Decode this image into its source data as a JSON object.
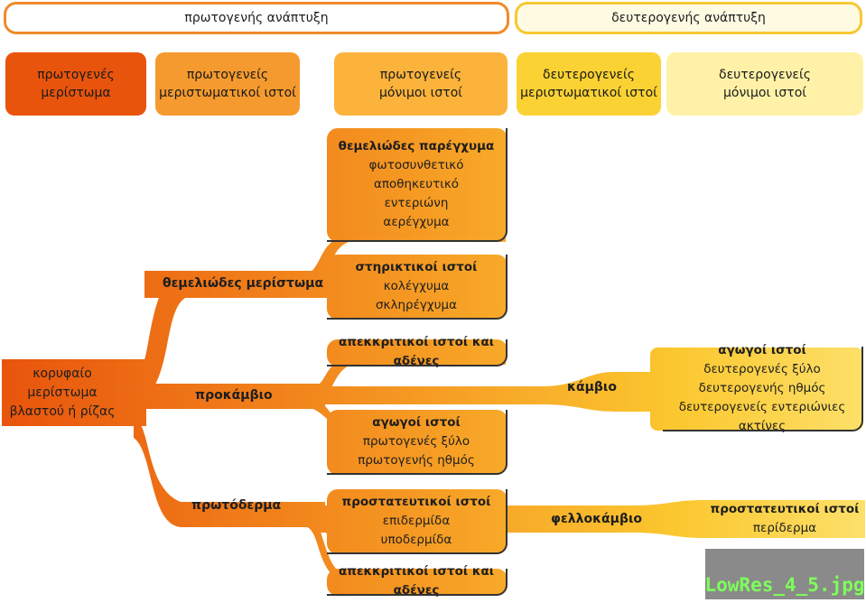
{
  "colors": {
    "dark_orange": "#e8540c",
    "orange": "#f59a2e",
    "light_orange": "#fbb33c",
    "yellow": "#fad233",
    "pale_yellow": "#fff2a8"
  },
  "header": {
    "primary": "πρωτογενής ανάπτυξη",
    "secondary": "δευτερογενής ανάπτυξη"
  },
  "phases": [
    [
      "πρωτογενές",
      "μερίστωμα"
    ],
    [
      "πρωτογενείς",
      "μεριστωματικοί ιστοί"
    ],
    [
      "πρωτογενείς",
      "μόνιμοι ιστοί"
    ],
    [
      "δευτερογενείς",
      "μεριστωματικοί ιστοί"
    ],
    [
      "δευτερογενείς",
      "μόνιμοι ιστοί"
    ]
  ],
  "root_lines": [
    "κορυφαίο",
    "μερίστωμα",
    "βλαστού ή ρίζας"
  ],
  "branches": {
    "ground_meristem": "θεμελιώδες μερίστωμα",
    "procambium": "προκάμβιο",
    "protoderm": "πρωτόδερμα",
    "cambium": "κάμβιο",
    "phellogen": "φελλοκάμβιο"
  },
  "tissues": {
    "parenchyma": {
      "title": "θεμελιώδες παρέγχυμα",
      "items": [
        "φωτοσυνθετικό",
        "αποθηκευτικό",
        "εντεριώνη",
        "αερέγχυμα"
      ]
    },
    "support": {
      "title": "στηρικτικοί ιστοί",
      "items": [
        "κολέγχυμα",
        "σκληρέγχυμα"
      ]
    },
    "secretory1": {
      "title": "απεκκριτικοί ιστοί και αδένες"
    },
    "vascular_primary": {
      "title": "αγωγοί ιστοί",
      "items": [
        "πρωτογενές ξύλο",
        "πρωτογενής ηθμός"
      ]
    },
    "protective_primary": {
      "title": "προστατευτικοί ιστοί",
      "items": [
        "επιδερμίδα",
        "υποδερμίδα"
      ]
    },
    "secretory2": {
      "title": "απεκκριτικοί ιστοί και αδένες"
    },
    "vascular_secondary": {
      "title": "αγωγοί ιστοί",
      "items": [
        "δευτερογενές ξύλο",
        "δευτερογενής ηθμός",
        "δευτερογενείς εντεριώνιες ακτίνες"
      ]
    },
    "protective_secondary": {
      "title": "προστατευτικοί ιστοί",
      "items": [
        "περίδερμα"
      ]
    }
  },
  "watermark": "LowRes_4_5.jpg"
}
